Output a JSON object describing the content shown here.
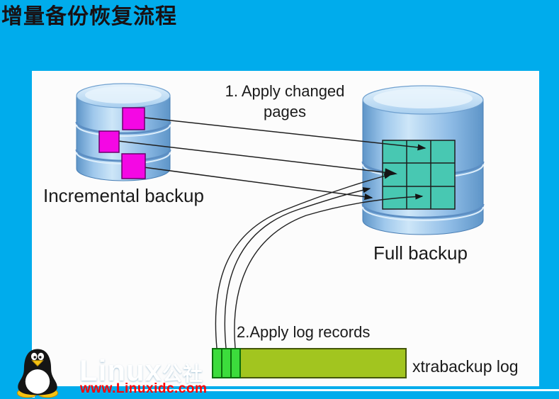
{
  "title": "增量备份恢复流程",
  "diagram": {
    "nodes": {
      "incremental": {
        "label": "Incremental backup"
      },
      "full": {
        "label": "Full backup"
      },
      "log": {
        "label": "xtrabackup log"
      }
    },
    "steps": {
      "step1_line1": "1. Apply changed",
      "step1_line2": "pages",
      "step2": "2.Apply log records"
    },
    "icons": {
      "incremental_cylinder": "database-cylinder-with-changed-pages",
      "full_cylinder": "database-cylinder-with-page-grid",
      "log_bar": "xtrabackup-log-bar"
    }
  },
  "watermark": {
    "brand": "Linux",
    "brand_suffix": "公社",
    "url": "www.Linuxidc.com"
  },
  "colors": {
    "background_cyan": "#00ACEC",
    "panel_white": "#FCFCFC",
    "cylinder_blue": "#9CC6EA",
    "changed_page_magenta": "#F408E4",
    "page_grid_teal": "#48C8B2",
    "log_bar_olive": "#A2C51F",
    "log_segment_green": "#3CDC3C",
    "arrow_black": "#1A1A1A",
    "watermark_red": "#FF0000"
  }
}
